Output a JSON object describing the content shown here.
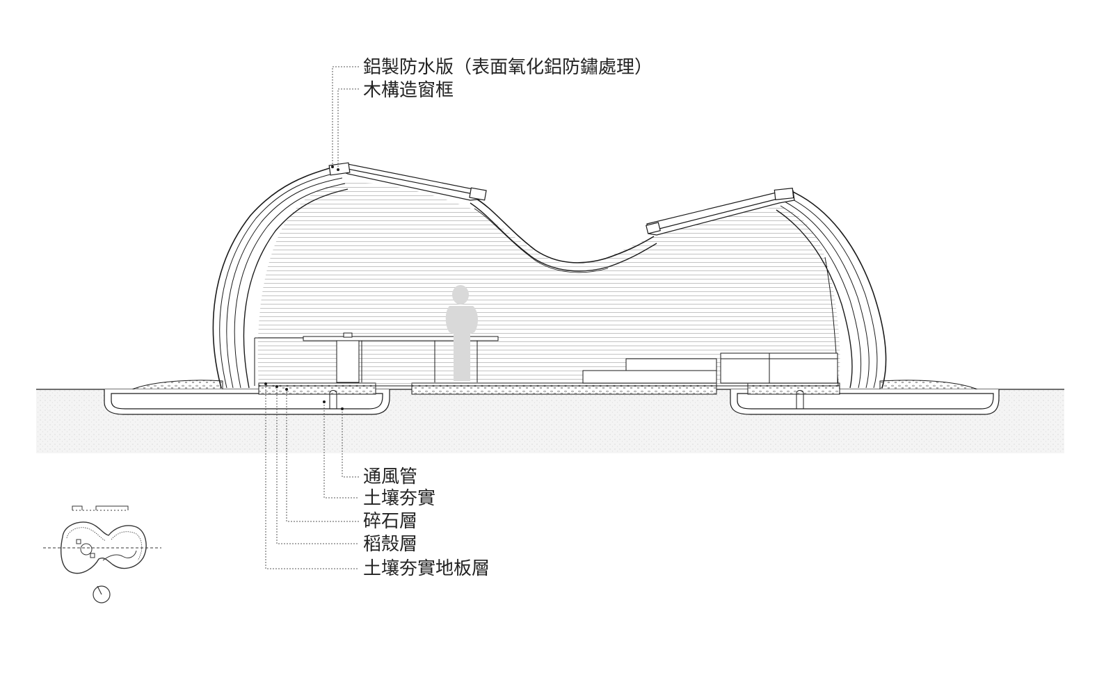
{
  "annotations": {
    "top": [
      {
        "id": "aluminum-flashing",
        "text": "鋁製防水版（表面氧化鋁防鏽處理）"
      },
      {
        "id": "timber-window-frame",
        "text": "木構造窗框"
      }
    ],
    "bottom": [
      {
        "id": "ventilation-pipe",
        "text": "通風管"
      },
      {
        "id": "rammed-earth",
        "text": "土壤夯實"
      },
      {
        "id": "gravel-layer",
        "text": "碎石層"
      },
      {
        "id": "rice-husk-layer",
        "text": "稻殼層"
      },
      {
        "id": "rammed-earth-floor",
        "text": "土壤夯實地板層"
      }
    ]
  },
  "colors": {
    "line": "#1a1a1a",
    "leader": "#555555",
    "ground": "#f0f0f0",
    "human_figure": "#d9d9d9",
    "text": "#222222"
  },
  "icons": {
    "key_plan": "key-plan-icon",
    "north_arrow": "north-arrow-icon",
    "scale_bar": "scale-bar-icon"
  }
}
